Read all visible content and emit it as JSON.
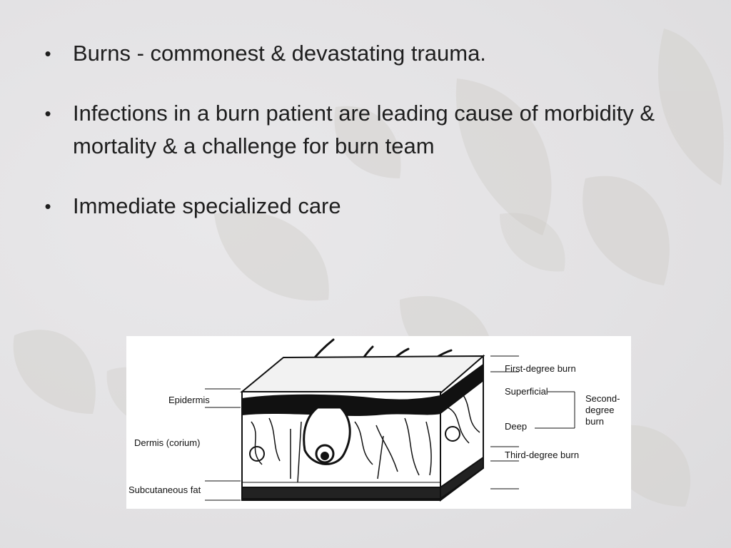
{
  "slide": {
    "bullets": [
      "Burns - commonest & devastating trauma.",
      "Infections in a burn patient are leading cause of morbidity & mortality & a challenge for burn team",
      "Immediate specialized care"
    ],
    "bullet_glyph": "•"
  },
  "diagram": {
    "left_labels": {
      "epidermis": "Epidermis",
      "dermis": "Dermis (corium)",
      "subcutaneous": "Subcutaneous fat"
    },
    "right_labels": {
      "first_degree": "First-degree burn",
      "superficial": "Superficial",
      "deep": "Deep",
      "second_degree_1": "Second-",
      "second_degree_2": "degree",
      "second_degree_3": "burn",
      "third_degree": "Third-degree burn"
    }
  },
  "colors": {
    "background": "#e4e3e5",
    "text": "#1e1e1e",
    "leaf_tint": "#d6d3d0"
  }
}
